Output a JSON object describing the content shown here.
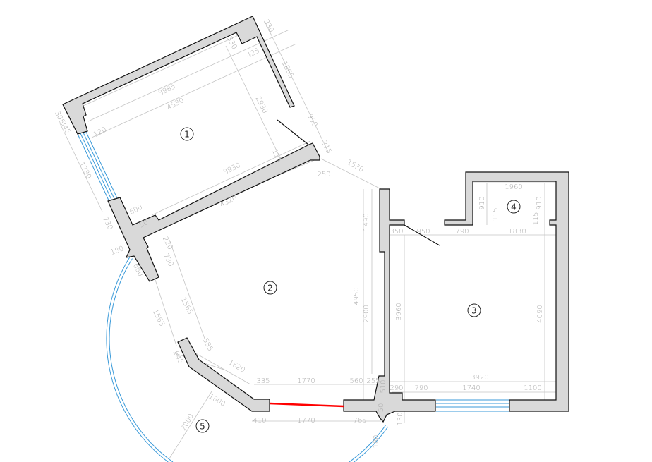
{
  "colors": {
    "wall_fill": "#d9d9d9",
    "window": "#3a9ad9",
    "highlight": "#ff0000",
    "dimension": "#a9a9a9"
  },
  "rooms": [
    "1",
    "2",
    "3",
    "4",
    "5"
  ],
  "dimensions": [
    "330",
    "330",
    "425",
    "1865",
    "3985",
    "4530",
    "2930",
    "950",
    "120",
    "3930",
    "115",
    "315",
    "250",
    "1530",
    "305",
    "345",
    "1730",
    "730",
    "600",
    "50",
    "4320",
    "180",
    "220",
    "730",
    "660",
    "1565",
    "1565",
    "585",
    "645",
    "1620",
    "1800",
    "2000",
    "335",
    "1770",
    "560",
    "255",
    "510",
    "290",
    "790",
    "1740",
    "1100",
    "3920",
    "410",
    "1770",
    "765",
    "50",
    "130",
    "180",
    "1490",
    "4950",
    "2900",
    "3960",
    "4090",
    "350",
    "950",
    "790",
    "1830",
    "1960",
    "910",
    "910",
    "115",
    "115"
  ]
}
